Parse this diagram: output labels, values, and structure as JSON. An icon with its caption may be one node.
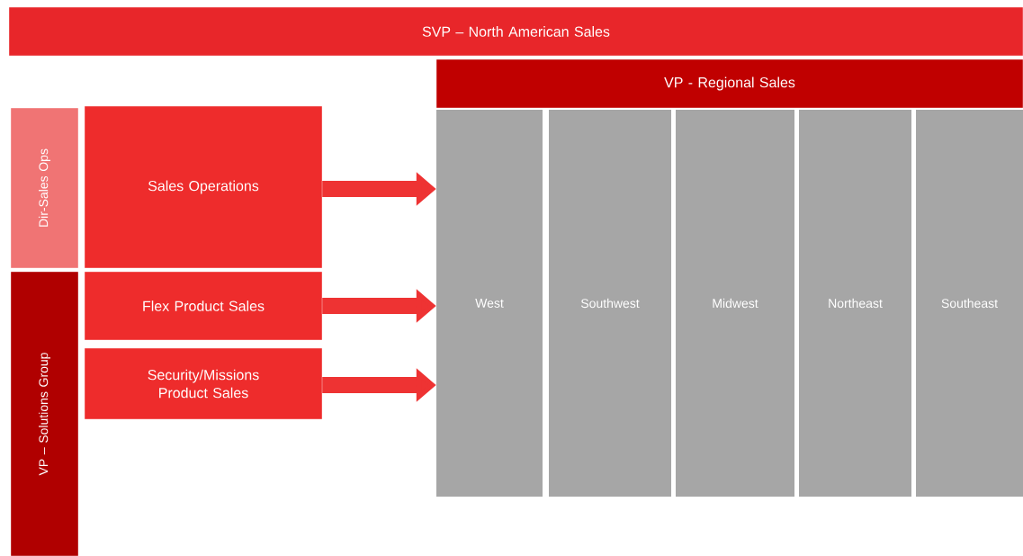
{
  "diagram": {
    "nodes": [
      {
        "text": [
          "SVP – North American Sales"
        ]
      },
      {
        "text": [
          "VP - Regional Sales"
        ]
      },
      {
        "text": [
          "Dir-Sales Ops"
        ]
      },
      {
        "text": [
          "VP – Solutions Group"
        ]
      },
      {
        "text": [
          "Sales Operations"
        ]
      },
      {
        "text": [
          "Flex Product Sales"
        ]
      },
      {
        "text": [
          "Security/Missions Product Sales"
        ]
      },
      {
        "text": [
          "West"
        ]
      },
      {
        "text": [
          "Southwest"
        ]
      },
      {
        "text": [
          "Midwest"
        ]
      },
      {
        "text": [
          "Northeast"
        ]
      },
      {
        "text": [
          "Southeast"
        ]
      }
    ],
    "edges": [
      {
        "from": 4,
        "to": 7,
        "arrow": "to"
      },
      {
        "from": 5,
        "to": 7,
        "arrow": "to"
      },
      {
        "from": 6,
        "to": 7,
        "arrow": "to"
      }
    ]
  }
}
